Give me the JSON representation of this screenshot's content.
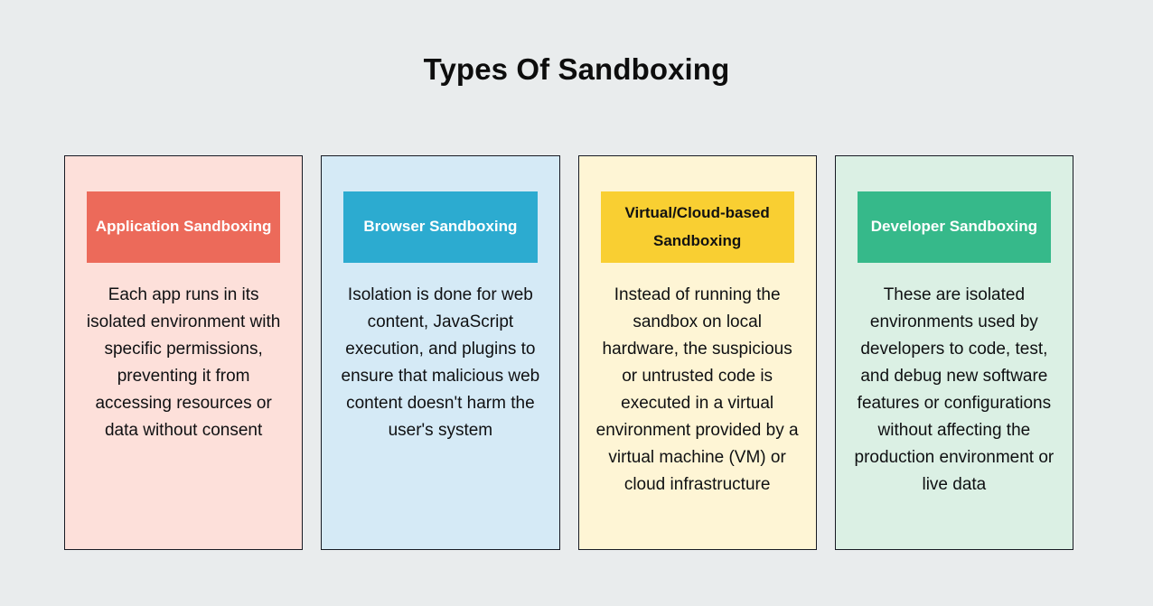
{
  "page": {
    "title": "Types Of Sandboxing",
    "background_color": "#e9eced",
    "border_color": "#171a23"
  },
  "cards": [
    {
      "id": "application-sandboxing",
      "header": "Application Sandboxing",
      "body": "Each app runs in its isolated environment with specific permissions, preventing it from accessing resources or data without consent",
      "header_bg": "#ec6a5a",
      "header_text_color": "#ffffff",
      "card_bg": "#fde0da"
    },
    {
      "id": "browser-sandboxing",
      "header": "Browser Sandboxing",
      "body": "Isolation is done for web content, JavaScript execution, and plugins to ensure that malicious web content doesn't harm the user's system",
      "header_bg": "#2cabd0",
      "header_text_color": "#ffffff",
      "card_bg": "#d5eaf6"
    },
    {
      "id": "virtual-cloud-based-sandboxing",
      "header": "Virtual/Cloud-based Sandboxing",
      "body": "Instead of running the sandbox on local hardware, the suspicious or untrusted code is executed in a virtual environment provided by a virtual machine (VM) or cloud infrastructure",
      "header_bg": "#f9cf32",
      "header_text_color": "#121212",
      "card_bg": "#fef5d5"
    },
    {
      "id": "developer-sandboxing",
      "header": "Developer Sandboxing",
      "body": "These are isolated environments used by developers to code, test, and debug new software features or configurations without affecting the production environment or live data",
      "header_bg": "#36b98a",
      "header_text_color": "#ffffff",
      "card_bg": "#dbf0e4"
    }
  ]
}
